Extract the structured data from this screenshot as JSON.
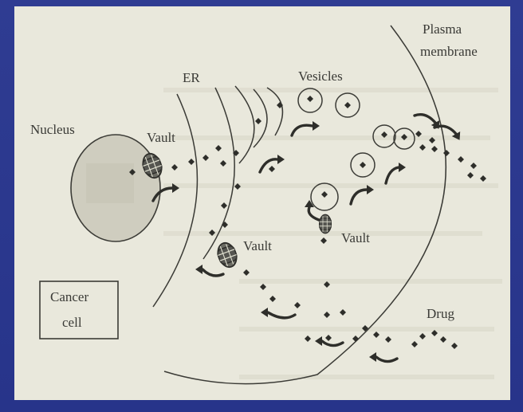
{
  "colors": {
    "slide_background": "#2d3a8c",
    "paper": "#e9e8dc",
    "nucleus_fill": "#cfcdbf",
    "ink": "#2e2e2a"
  },
  "labels": {
    "nucleus": "Nucleus",
    "er": "ER",
    "vesicles": "Vesicles",
    "plasma_membrane_line1": "Plasma",
    "plasma_membrane_line2": "membrane",
    "vault_nucleus": "Vault",
    "vault_er": "Vault",
    "vault_vesicle": "Vault",
    "drug": "Drug",
    "cancer_cell_line1": "Cancer",
    "cancer_cell_line2": "cell"
  },
  "icons": {
    "vault": "barrel-vault-icon",
    "drug": "diamond-drug-icon",
    "transport_arrow": "curved-arrow-icon"
  }
}
